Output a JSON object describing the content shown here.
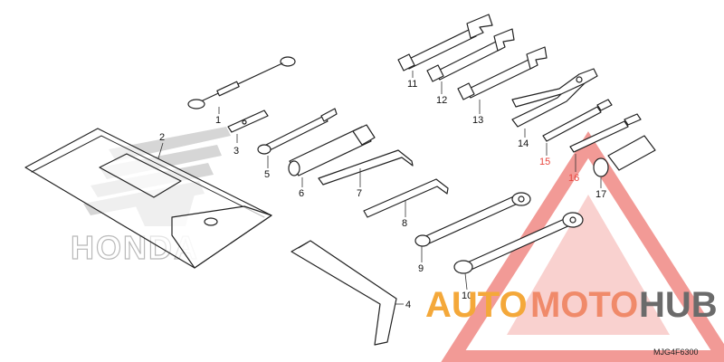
{
  "diagram": {
    "reference_code": "MJG4F6300",
    "callouts": [
      "1",
      "2",
      "3",
      "4",
      "5",
      "6",
      "7",
      "8",
      "9",
      "10",
      "11",
      "12",
      "13",
      "14",
      "15",
      "16",
      "17"
    ]
  },
  "watermark": {
    "brand_parts": [
      "AUTO",
      "MOTO",
      "HUB"
    ],
    "brand_colors": {
      "auto": "#f4a83a",
      "moto": "#f08a6a",
      "hub": "#6b6b6b",
      "triangle": "#e8473f"
    },
    "honda_text": "HONDA"
  }
}
